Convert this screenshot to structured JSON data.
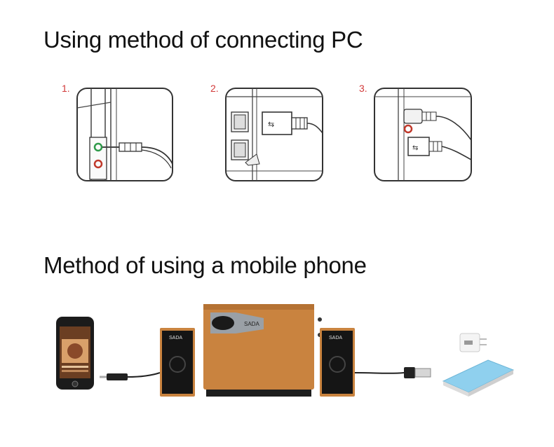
{
  "sections": {
    "pc_title": "Using method of connecting PC",
    "phone_title": "Method of using a mobile phone"
  },
  "steps": [
    {
      "number": "1.",
      "icon": "audio-jack-to-pc-icon"
    },
    {
      "number": "2.",
      "icon": "usb-to-pc-icon"
    },
    {
      "number": "3.",
      "icon": "audio-and-usb-to-pc-icon"
    }
  ],
  "speaker": {
    "brand": "SADA",
    "satellite_brand": "SADA"
  },
  "colors": {
    "step_number": "#d23a3a",
    "wood": "#c9833f",
    "power_bank": "#8fd0ee"
  }
}
